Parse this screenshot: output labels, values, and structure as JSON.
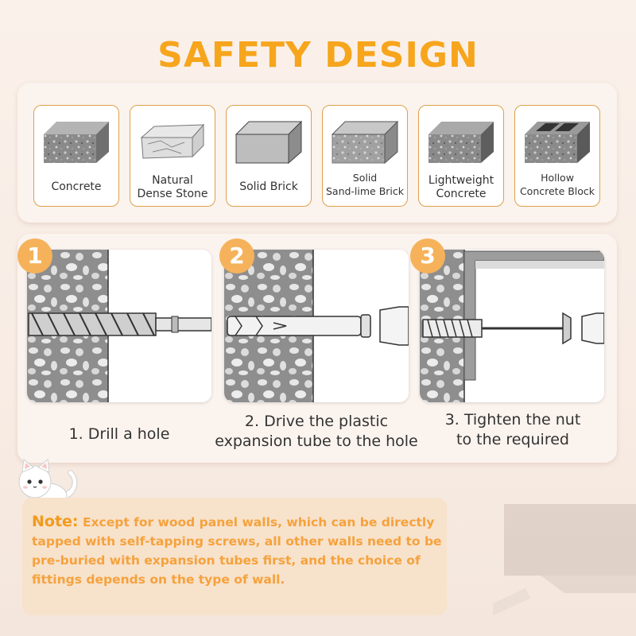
{
  "title": "SAFETY DESIGN",
  "walls": [
    {
      "lines": [
        "Concrete"
      ],
      "icon": "concrete-block-icon"
    },
    {
      "lines": [
        "Natural",
        "Dense Stone"
      ],
      "icon": "stone-block-icon"
    },
    {
      "lines": [
        "Solid Brick"
      ],
      "icon": "solid-brick-icon"
    },
    {
      "lines": [
        "Solid",
        "Sand-lime Brick"
      ],
      "icon": "sand-lime-brick-icon"
    },
    {
      "lines": [
        "Lightweight",
        "Concrete"
      ],
      "icon": "lightweight-concrete-icon"
    },
    {
      "lines": [
        "Hollow",
        "Concrete Block"
      ],
      "icon": "hollow-block-icon"
    }
  ],
  "steps": [
    {
      "number": "1",
      "lines": [
        "1. Drill a hole"
      ]
    },
    {
      "number": "2",
      "lines": [
        "2. Drive the plastic",
        "expansion tube to the hole"
      ]
    },
    {
      "number": "3",
      "lines": [
        "3. Tighten the nut",
        "to the required"
      ]
    }
  ],
  "note": {
    "label": "Note:",
    "text": "Except for wood panel walls, which can be directly tapped with self-tapping screws, all other walls need to be pre-buried with expansion tubes first, and the choice of fittings depends on the type of wall."
  },
  "colors": {
    "accent": "#f6a51c",
    "card_border": "#e0a04a",
    "note_bg": "#f7e2cc"
  }
}
